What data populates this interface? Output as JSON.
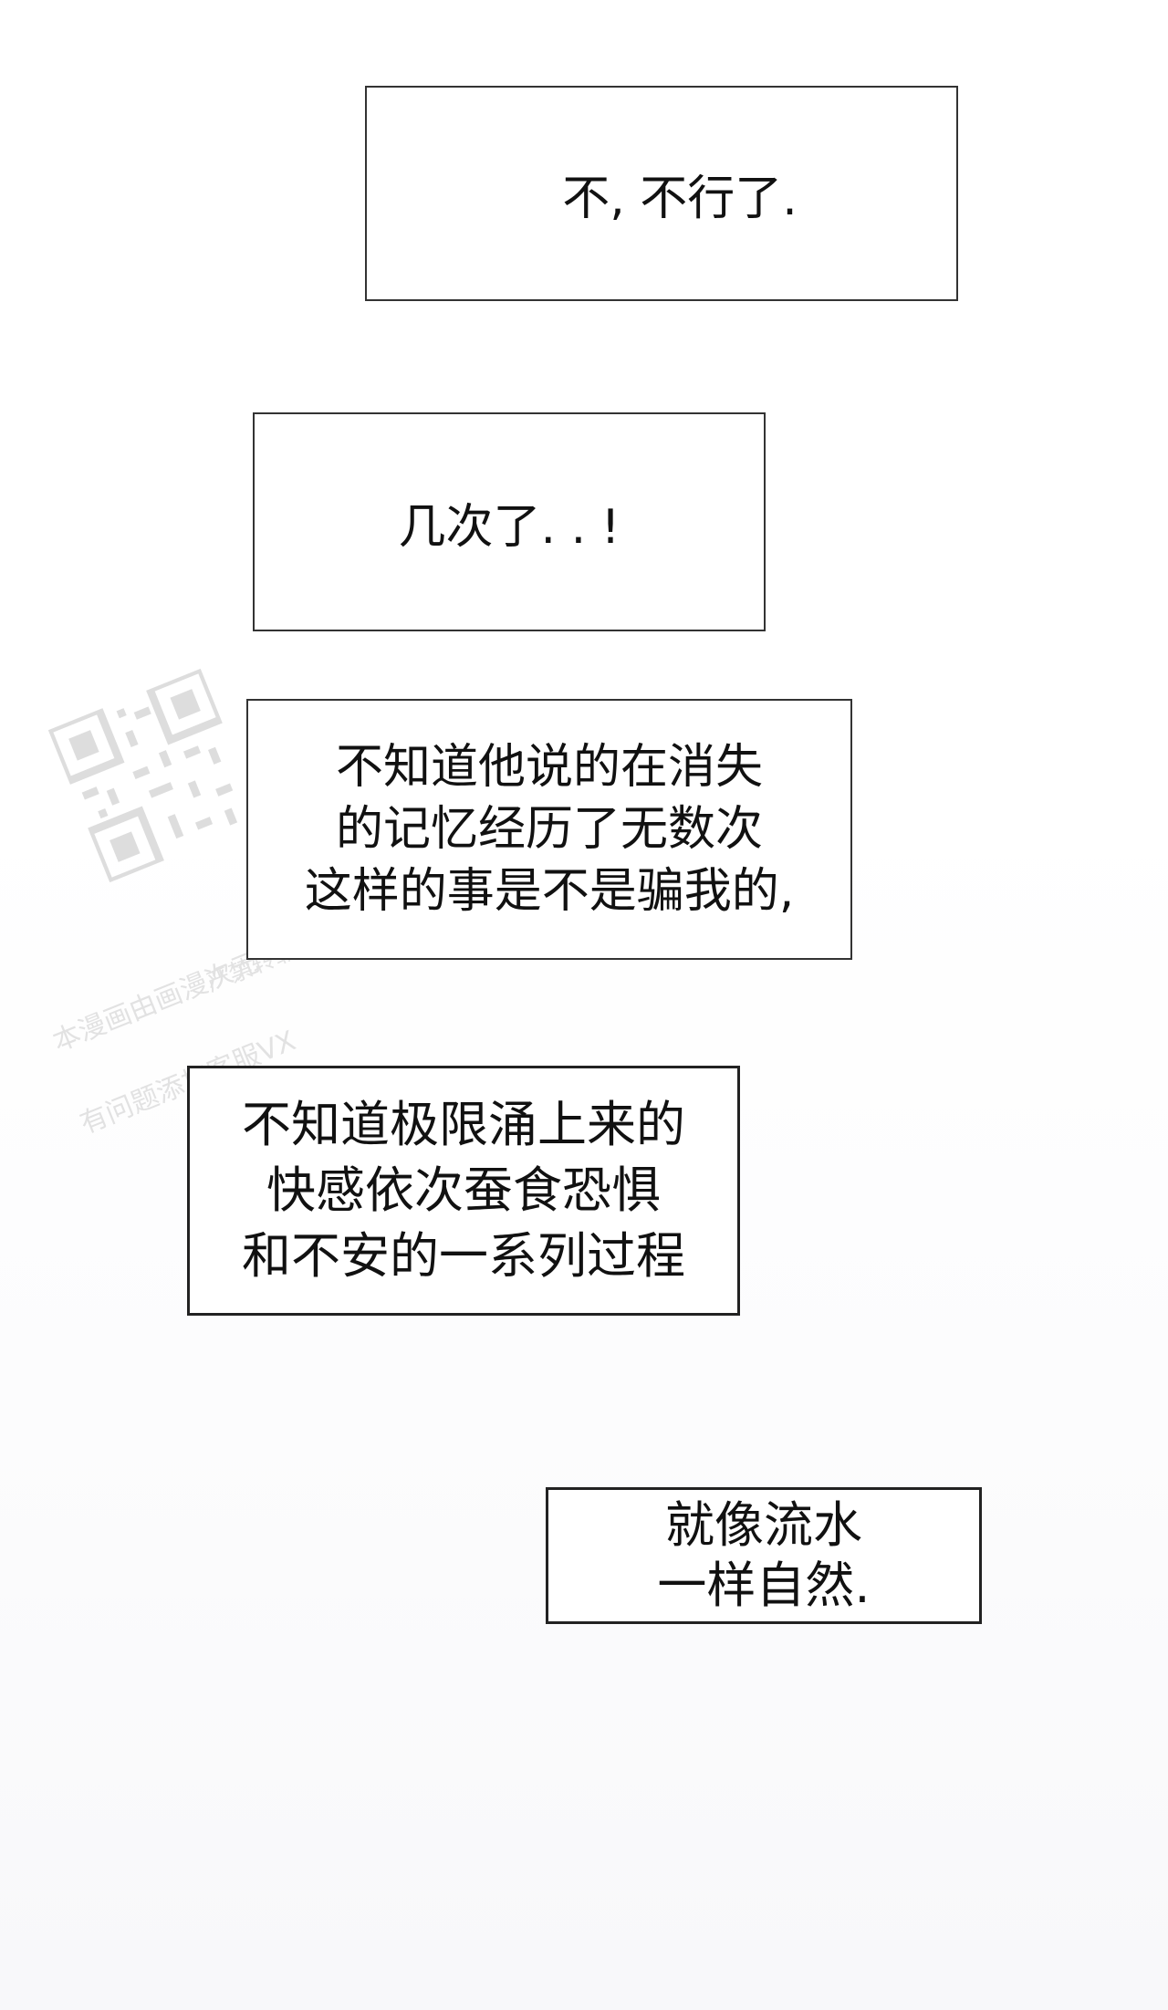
{
  "captions": [
    {
      "id": "caption-1",
      "lines": [
        "不, 不行了."
      ]
    },
    {
      "id": "caption-2",
      "lines": [
        "几次了. . !"
      ]
    },
    {
      "id": "caption-3",
      "lines": [
        "不知道他说的在消失",
        "的记忆经历了无数次",
        "这样的事是不是骗我的,"
      ]
    },
    {
      "id": "caption-4",
      "lines": [
        "不知道极限涌上来的",
        "快感依次蚕食恐惧",
        "和不安的一系列过程"
      ]
    },
    {
      "id": "caption-5",
      "lines": [
        "就像流水",
        "一样自然."
      ]
    }
  ],
  "watermark": {
    "line1": "本漫画由画漫次元",
    "line2": "严禁转载 VX (kipiju..)",
    "line3": "有问题添加客服VX"
  }
}
